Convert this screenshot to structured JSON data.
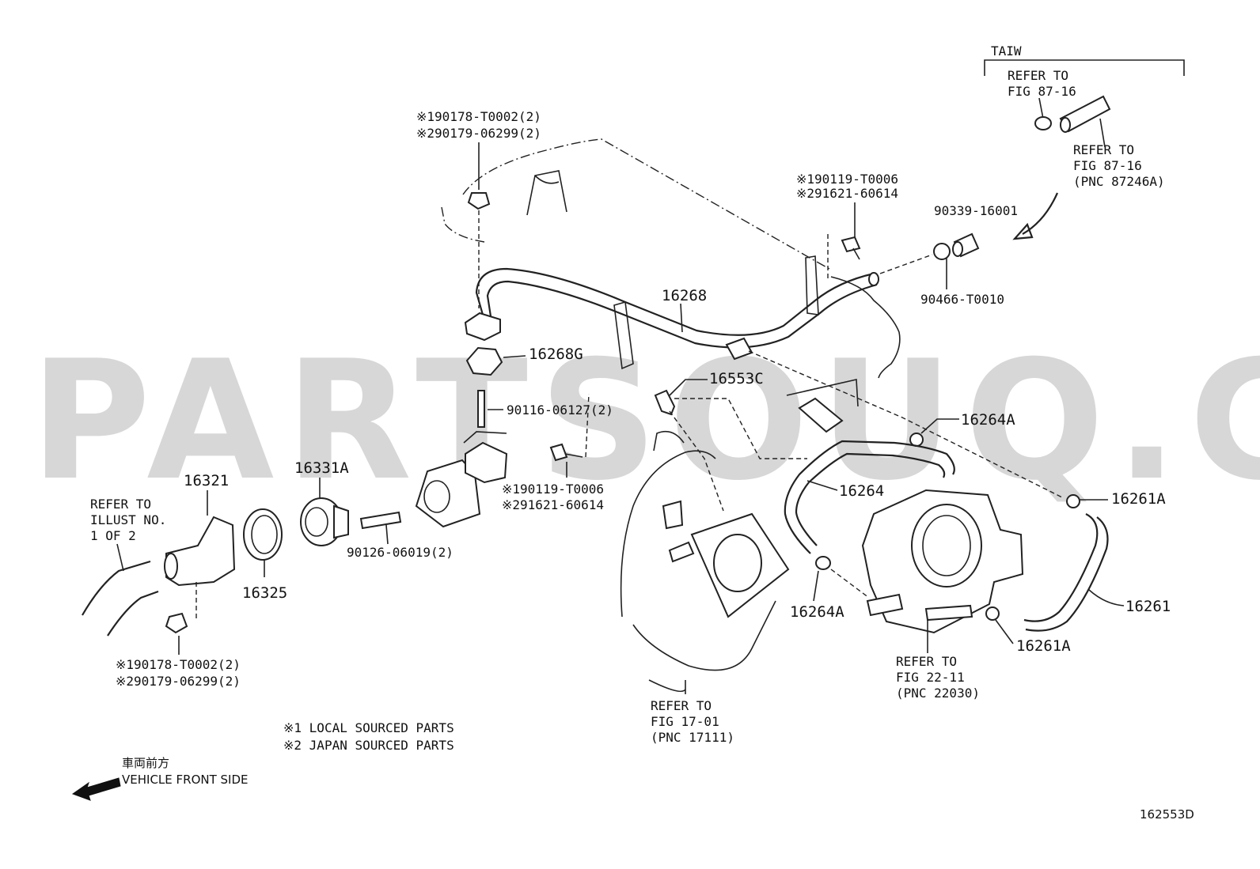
{
  "watermark": "PARTSOUQ.COM",
  "taiw": {
    "heading": "TAIW",
    "refer1": [
      "REFER TO",
      "FIG 87-16"
    ],
    "refer2": [
      "REFER TO",
      "FIG 87-16",
      "(PNC 87246A)"
    ]
  },
  "labels": {
    "bolt_top": [
      "※190178-T0002(2)",
      "※290179-06299(2)"
    ],
    "bolt_right": [
      "※190119-T0006",
      "※291621-60614"
    ],
    "p90339": "90339-16001",
    "p90466": "90466-T0010",
    "p16268": "16268",
    "p16268g": "16268G",
    "p16553c": "16553C",
    "p90116": "90116-06127(2)",
    "p16264a_top": "16264A",
    "p16331a": "16331A",
    "p16321": "16321",
    "refer_illust": [
      "REFER TO",
      "ILLUST NO.",
      "1 OF 2"
    ],
    "bolt_mid": [
      "※190119-T0006",
      "※291621-60614"
    ],
    "p16264": "16264",
    "p16261a_top": "16261A",
    "p90126": "90126-06019(2)",
    "p16325": "16325",
    "p16264a_bot": "16264A",
    "p16261": "16261",
    "p16261a_bot": "16261A",
    "bolt_bottom": [
      "※190178-T0002(2)",
      "※290179-06299(2)"
    ],
    "refer_22": [
      "REFER TO",
      "FIG 22-11",
      "(PNC 22030)"
    ],
    "refer_17": [
      "REFER TO",
      "FIG 17-01",
      "(PNC 17111)"
    ]
  },
  "legend": [
    "※1 LOCAL SOURCED PARTS",
    "※2 JAPAN SOURCED PARTS"
  ],
  "front": {
    "jp": "車両前方",
    "en": "VEHICLE FRONT SIDE"
  },
  "diagram_code": "162553D"
}
